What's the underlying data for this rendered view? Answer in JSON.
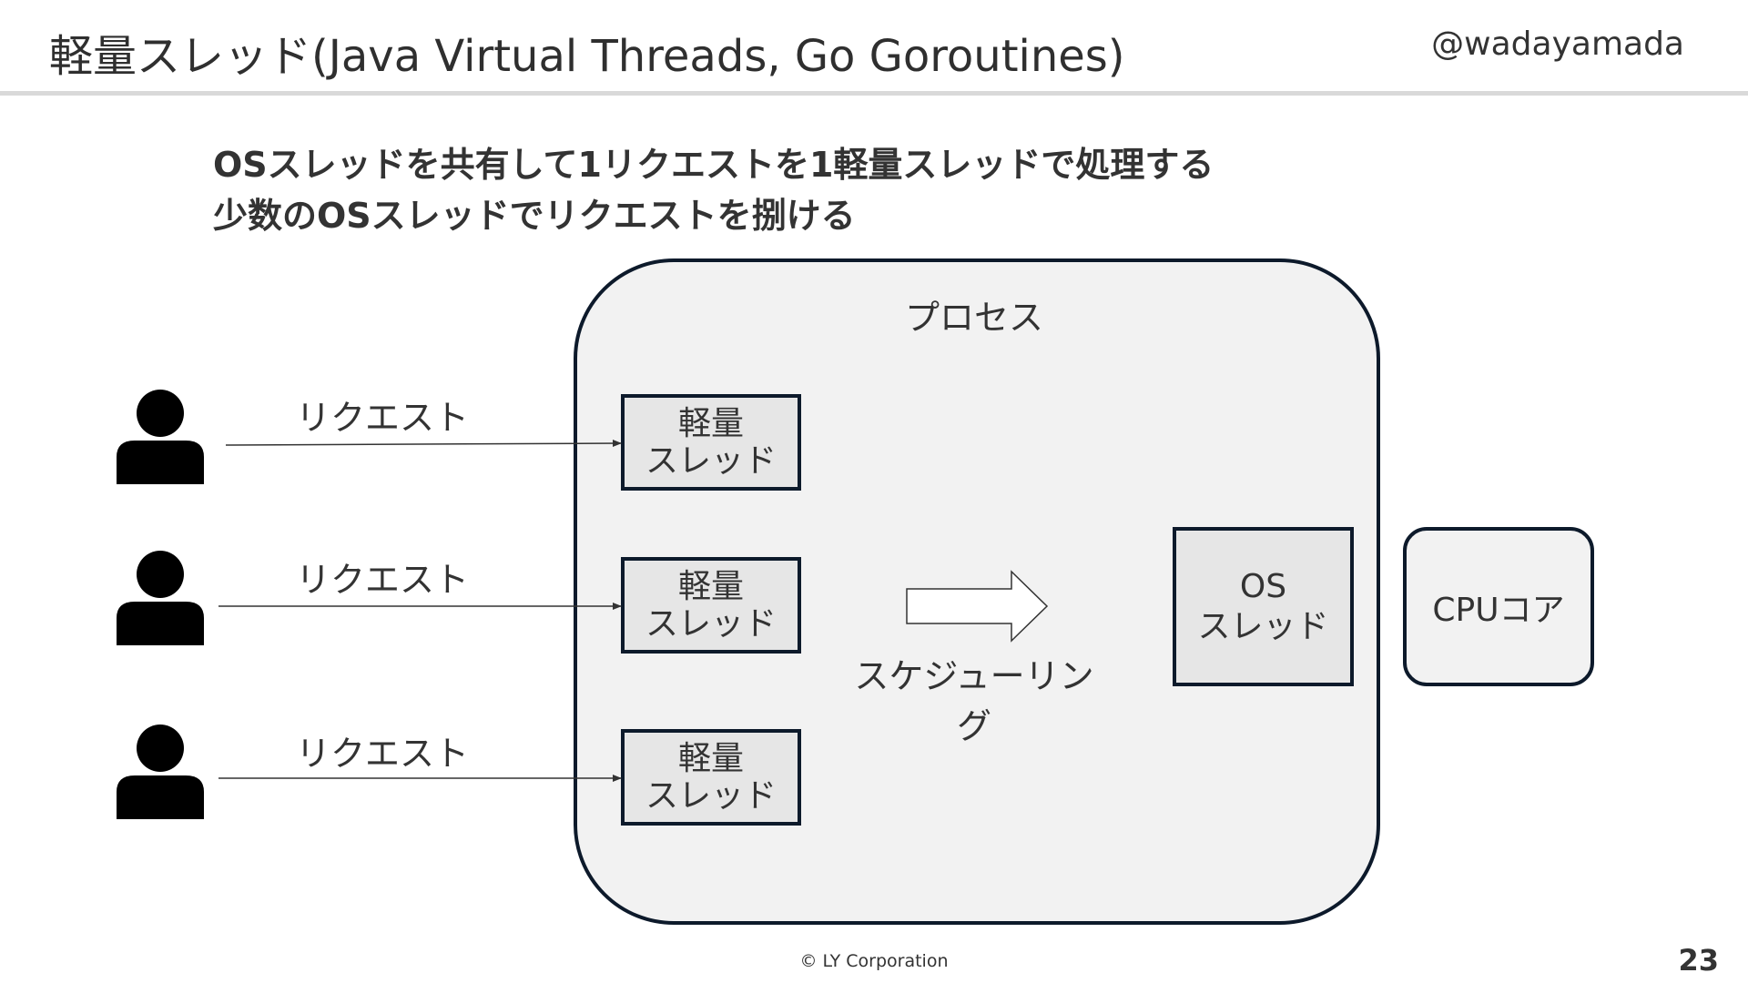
{
  "header": {
    "title": "軽量スレッド(Java Virtual Threads, Go Goroutines)",
    "handle": "@wadayamada"
  },
  "headline": {
    "line1": "OSスレッドを共有して1リクエストを1軽量スレッドで処理する",
    "line2": "少数のOSスレッドでリクエストを捌ける"
  },
  "diagram": {
    "process_label": "プロセス",
    "requests": [
      {
        "label": "リクエスト",
        "icon": "person-icon"
      },
      {
        "label": "リクエスト",
        "icon": "person-icon"
      },
      {
        "label": "リクエスト",
        "icon": "person-icon"
      }
    ],
    "lightweight_threads": [
      {
        "line1": "軽量",
        "line2": "スレッド"
      },
      {
        "line1": "軽量",
        "line2": "スレッド"
      },
      {
        "line1": "軽量",
        "line2": "スレッド"
      }
    ],
    "scheduling_label": "スケジューリング",
    "os_thread": {
      "line1": "OS",
      "line2": "スレッド"
    },
    "cpu_core": "CPUコア"
  },
  "footer": {
    "copyright": "© LY Corporation",
    "page_number": "23"
  }
}
